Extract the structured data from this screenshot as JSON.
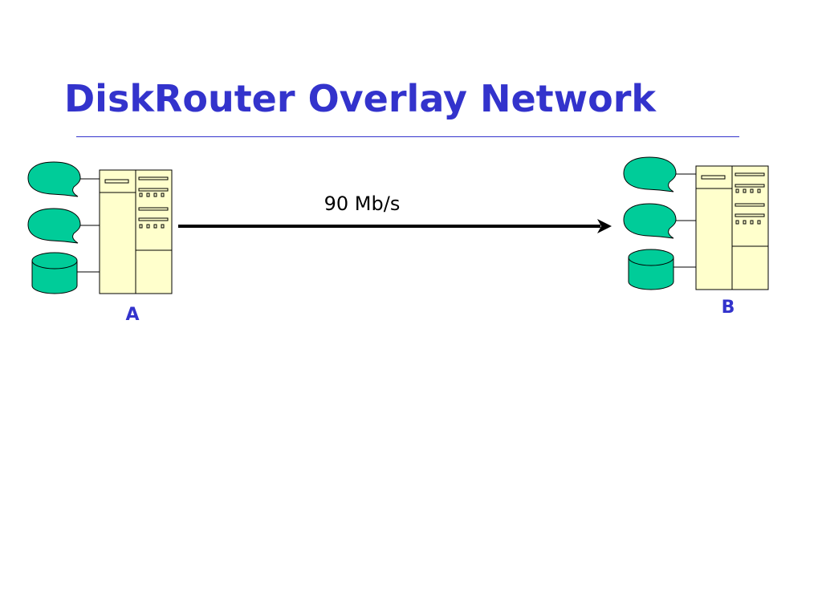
{
  "slide": {
    "title": "DiskRouter Overlay Network"
  },
  "colors": {
    "title": "#3333cc",
    "rule": "#3333cc",
    "server_fill": "#ffffcc",
    "client_fill": "#00cc99",
    "node_label": "#3333cc",
    "link": "#000000"
  },
  "nodes": [
    {
      "id": "A",
      "label": "A"
    },
    {
      "id": "B",
      "label": "B"
    }
  ],
  "link": {
    "from": "A",
    "to": "B",
    "label": "90 Mb/s"
  },
  "icons": {
    "server": "server-tower-icon",
    "client": "client-speech-bubble-icon",
    "storage": "disk-cylinder-icon"
  }
}
